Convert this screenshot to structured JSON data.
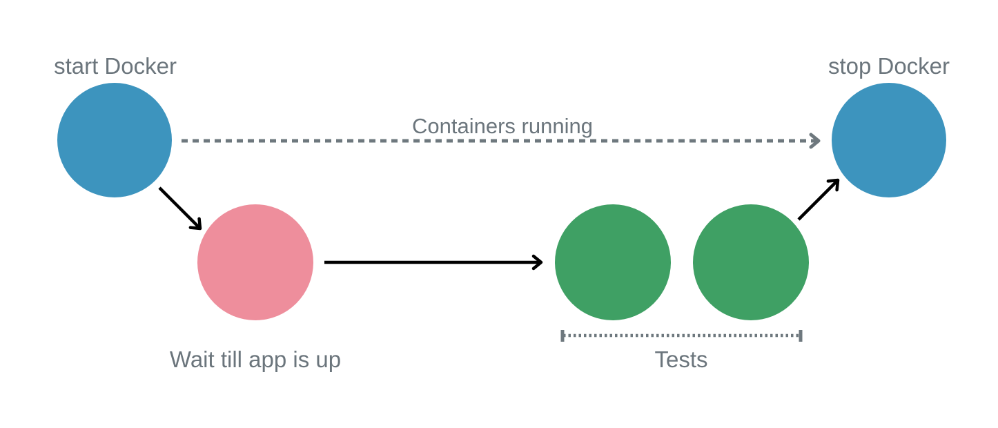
{
  "diagram": {
    "labels": {
      "start_docker": "start Docker",
      "stop_docker": "stop Docker",
      "containers_running": "Containers running",
      "wait_till_app_is_up": "Wait till app is up",
      "tests": "Tests"
    },
    "colors": {
      "node_blue": "#3d94be",
      "node_pink": "#ee8e9c",
      "node_green": "#3fa064",
      "label_gray": "#6b757c",
      "dashed_gray": "#6e787e",
      "arrow_black": "#000000",
      "background": "#ffffff"
    },
    "nodes": [
      {
        "id": "start-docker",
        "label": "start Docker",
        "shape": "circle",
        "color": "#3d94be"
      },
      {
        "id": "wait-till-app-is-up",
        "label": "Wait till app is up",
        "shape": "circle",
        "color": "#ee8e9c"
      },
      {
        "id": "test-1",
        "label": "Tests",
        "shape": "circle",
        "color": "#3fa064"
      },
      {
        "id": "test-2",
        "label": "Tests",
        "shape": "circle",
        "color": "#3fa064"
      },
      {
        "id": "stop-docker",
        "label": "stop Docker",
        "shape": "circle",
        "color": "#3d94be"
      }
    ],
    "edges": [
      {
        "from": "start-docker",
        "to": "stop-docker",
        "style": "dashed",
        "color": "#6e787e",
        "label": "Containers running"
      },
      {
        "from": "start-docker",
        "to": "wait-till-app-is-up",
        "style": "solid",
        "color": "#000000",
        "label": ""
      },
      {
        "from": "wait-till-app-is-up",
        "to": "test-1",
        "style": "solid",
        "color": "#000000",
        "label": ""
      },
      {
        "from": "test-2",
        "to": "stop-docker",
        "style": "solid",
        "color": "#000000",
        "label": ""
      }
    ],
    "annotations": [
      {
        "type": "span-bracket",
        "style": "dotted",
        "spans": [
          "test-1",
          "test-2"
        ],
        "label": "Tests"
      }
    ]
  }
}
